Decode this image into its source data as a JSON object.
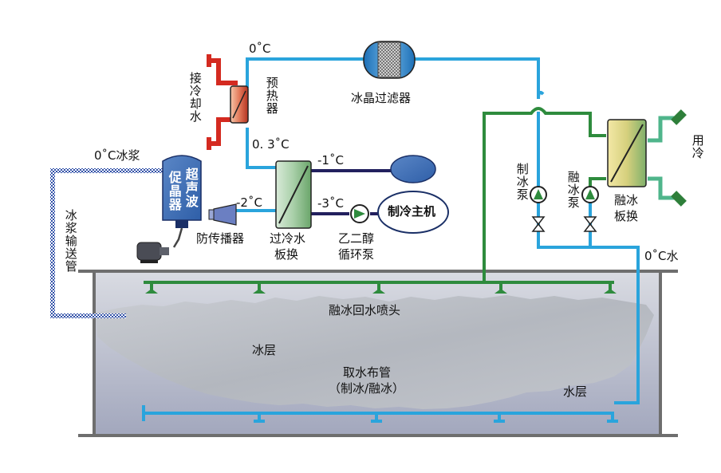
{
  "labels": {
    "temp_0c_top": "0˚C",
    "temp_03c": "0. 3˚C",
    "temp_m1c": "-1˚C",
    "temp_m2c": "-2˚C",
    "temp_m3c": "-3˚C",
    "ice_slurry_0c": "0˚C冰浆",
    "water_0c": "0˚C水",
    "cooling_water_in": "接冷却水",
    "preheater": "预热器",
    "ice_crystal_filter": "冰晶过滤器",
    "ultrasonic": "超声波",
    "crystallizer": "促晶器",
    "anti_propagator": "防传播器",
    "supercooled_hx": "过冷水",
    "supercooled_hx_2": "板换",
    "glycol_pump": "乙二醇",
    "glycol_pump_2": "循环泵",
    "chiller": "制冷主机",
    "ice_making_pump": "制冰泵",
    "ice_melt_pump": "融冰泵",
    "ice_melt_hx": "融冰",
    "ice_melt_hx_2": "板换",
    "cooling_use": "用冷",
    "slurry_pipe": "冰浆输送管",
    "melt_return_nozzle": "融冰回水喷头",
    "ice_layer": "冰层",
    "water_intake_pipe": "取水布管",
    "water_intake_mode": "（制冰/融冰）",
    "water_layer": "水层"
  },
  "colors": {
    "blue_pipe": "#2aa4dc",
    "green_pipe": "#2e8b3d",
    "red_pipe": "#d42a20",
    "dark_navy_pipe": "#22205e",
    "tank_gray": "#6e6e6e",
    "ice": "#b9bec5",
    "water": "#aab0c5"
  },
  "icons": {
    "pump": "pump-icon",
    "valve": "valve-icon",
    "filter": "filter-icon",
    "chiller": "chiller-icon",
    "motor": "motor-icon"
  }
}
